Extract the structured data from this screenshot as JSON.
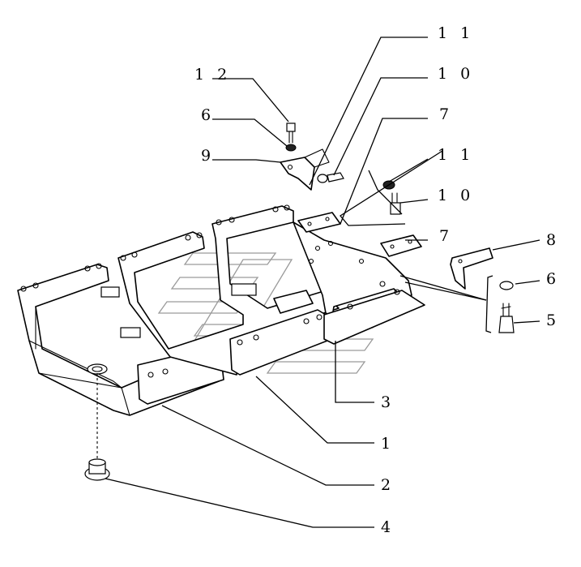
{
  "callouts": {
    "c12": "1 2",
    "c11_top": "1 1",
    "c10_top": "1 0",
    "c6_top": "6",
    "c9": "9",
    "c7_top": "7",
    "c11_mid": "1 1",
    "c10_mid": "1 0",
    "c7_mid": "7",
    "c8": "8",
    "c6_right": "6",
    "c5": "5",
    "c3": "3",
    "c1": "1",
    "c2": "2",
    "c4": "4"
  },
  "colors": {
    "line": "#000000",
    "watermark": "#9a9a9a",
    "background": "#ffffff"
  }
}
